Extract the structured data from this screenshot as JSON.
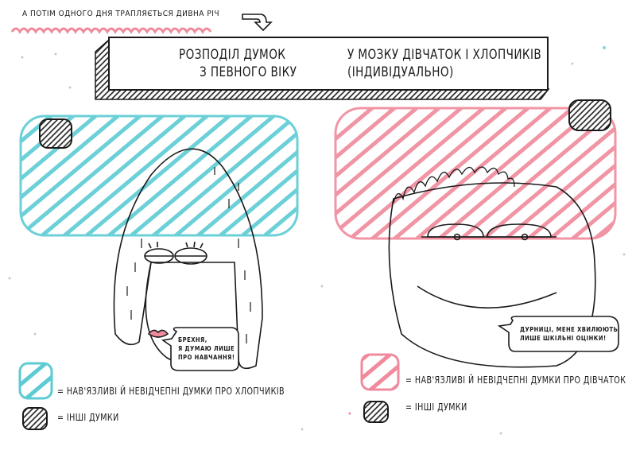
{
  "caption": "А потім одного дня трапляється дивна річ",
  "banner": {
    "left_line1": "Розподіл думок",
    "left_line2": "з певного віку",
    "right_line1": "у мозку дівчаток і хлопчиків",
    "right_line2": "(індивідуально)"
  },
  "girl": {
    "speech": [
      "Брехня,",
      "я думаю лише",
      "про навчання!"
    ]
  },
  "boy": {
    "speech": [
      "Дурниці, мене хвилюють",
      "лише шкільні оцінки!"
    ]
  },
  "legend_left": {
    "obsessive": "= нав'язливі й невідчепні думки про хлопчиків",
    "other": "= інші думки"
  },
  "legend_right": {
    "obsessive": "= нав'язливі й невідчепні думки про дівчаток",
    "other": "= інші думки"
  },
  "colors": {
    "blue": "#5ccbd3",
    "pink": "#f08a9c",
    "ink": "#1a1a1a"
  }
}
